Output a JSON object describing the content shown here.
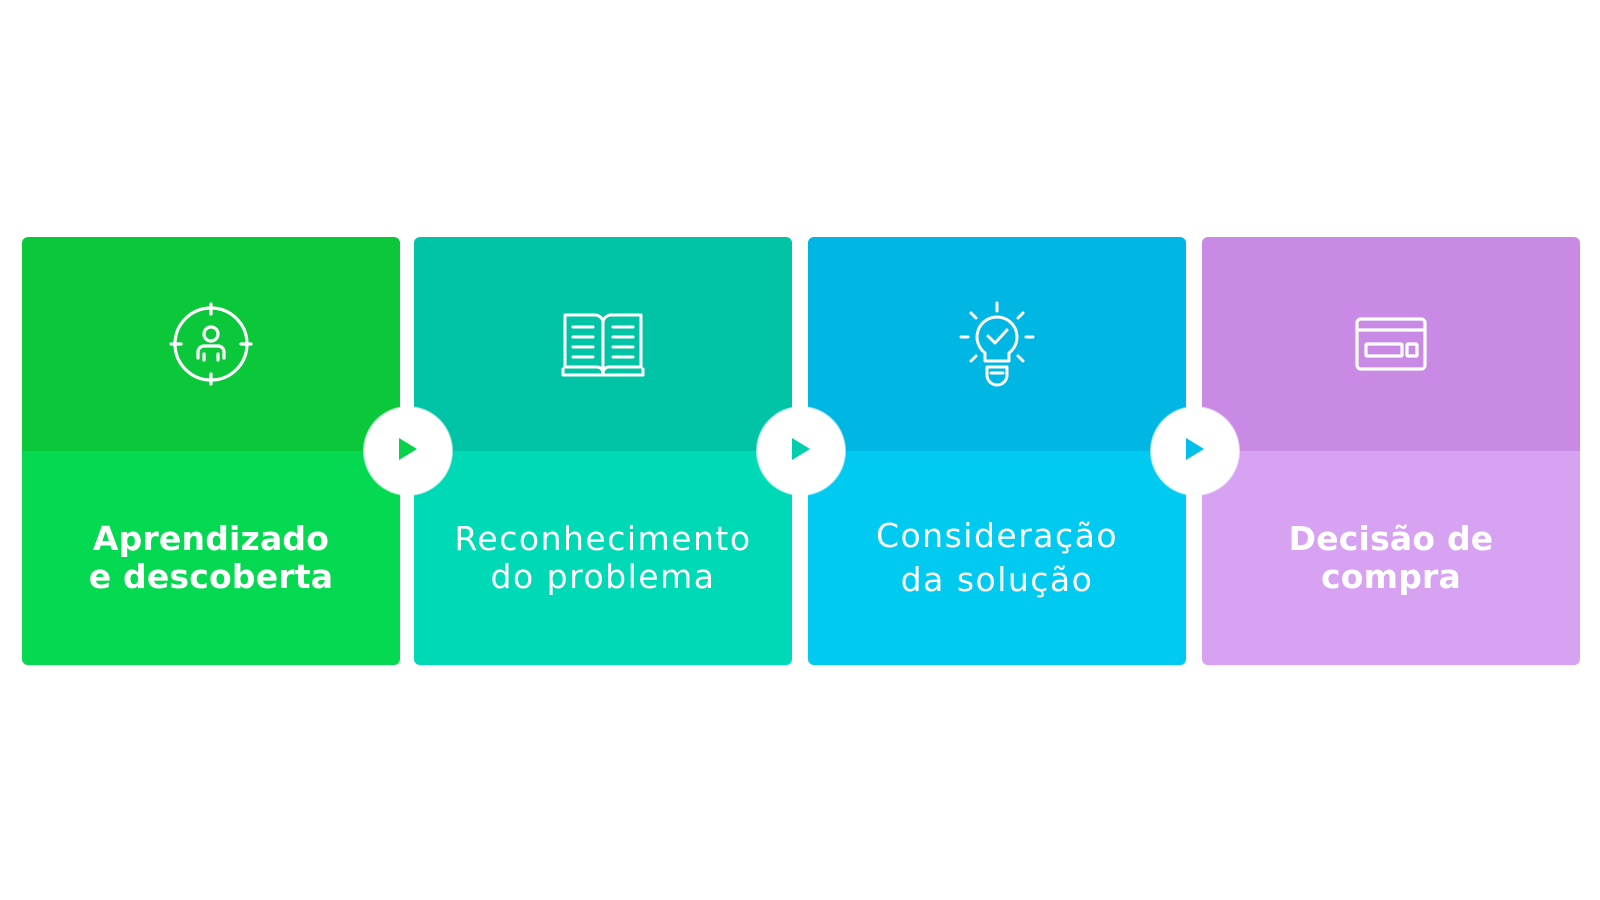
{
  "stages": [
    {
      "icon": "target-person-icon",
      "label_lines": [
        "Aprendizado",
        "e descoberta"
      ],
      "top_color": "#0ac83a",
      "bottom_color": "#05d951"
    },
    {
      "icon": "open-book-icon",
      "label_lines": [
        "Reconhecimento",
        "do problema"
      ],
      "top_color": "#00c4a5",
      "bottom_color": "#00d9b6"
    },
    {
      "icon": "lightbulb-check-icon",
      "label_lines": [
        "Consideração",
        "da solução"
      ],
      "top_color": "#00b6e3",
      "bottom_color": "#00caf0"
    },
    {
      "icon": "credit-card-icon",
      "label_lines": [
        "Decisão de",
        "compra"
      ],
      "top_color": "#c98ae6",
      "bottom_color": "#d7a2f2"
    }
  ],
  "arrow_icon": "play-arrow-icon"
}
